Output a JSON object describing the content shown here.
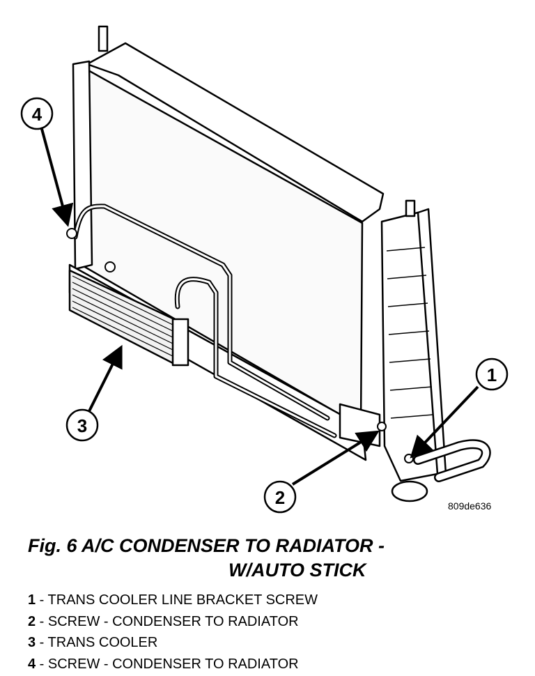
{
  "figure": {
    "id_label": "809de636",
    "callouts": [
      "1",
      "2",
      "3",
      "4"
    ]
  },
  "caption": {
    "line1": "Fig. 6 A/C CONDENSER TO RADIATOR -",
    "line2": "W/AUTO STICK"
  },
  "legend": [
    {
      "num": "1",
      "text": " - TRANS COOLER LINE BRACKET SCREW"
    },
    {
      "num": "2",
      "text": " - SCREW - CONDENSER TO RADIATOR"
    },
    {
      "num": "3",
      "text": " - TRANS COOLER"
    },
    {
      "num": "4",
      "text": " - SCREW - CONDENSER TO RADIATOR"
    }
  ]
}
